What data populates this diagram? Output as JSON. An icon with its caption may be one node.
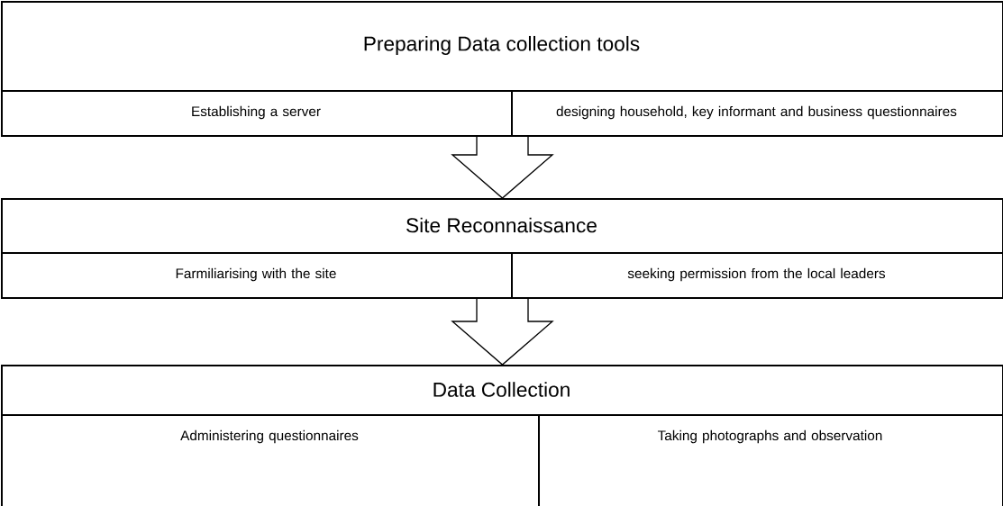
{
  "diagram": {
    "nodes": [
      {
        "text": [
          "Preparing Data collection tools"
        ]
      },
      {
        "text": [
          "Establishing a server"
        ],
        "in": 0
      },
      {
        "text": [
          "designing household, key informant and business questionnaires"
        ],
        "in": 0
      },
      {
        "text": [
          "Site Reconnaissance"
        ]
      },
      {
        "text": [
          "Farmiliarising with the site"
        ],
        "in": 3
      },
      {
        "text": [
          "seeking permission from the local leaders"
        ],
        "in": 3
      },
      {
        "text": [
          "Data Collection"
        ]
      },
      {
        "text": [
          "Administering questionnaires"
        ],
        "in": 6
      },
      {
        "text": [
          "Taking photographs and observation"
        ],
        "in": 6
      }
    ],
    "edges": [
      {
        "from": 0,
        "to": 3,
        "arrow": "to"
      },
      {
        "from": 3,
        "to": 6,
        "arrow": "to"
      }
    ]
  }
}
